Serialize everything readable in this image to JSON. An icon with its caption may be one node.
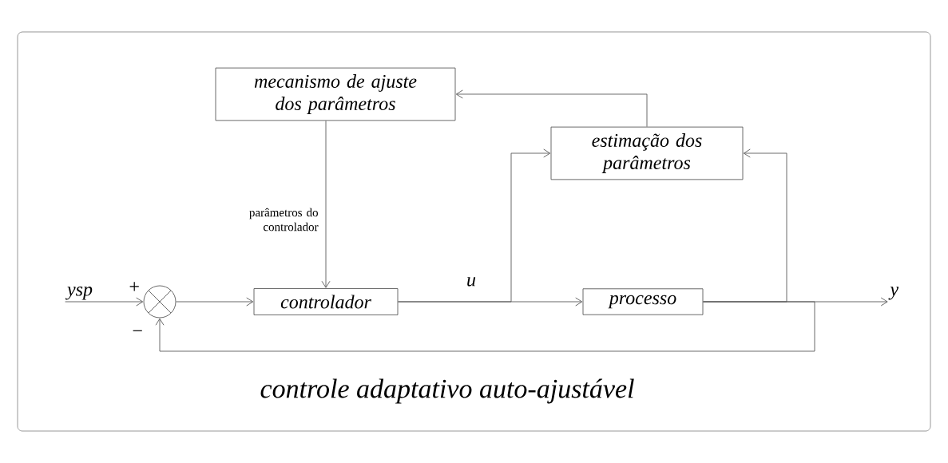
{
  "diagram": {
    "caption": "controle adaptativo auto-ajustável",
    "nodes": [
      {
        "text": [
          "mecanismo de ajuste dos parâmetros"
        ]
      },
      {
        "text": [
          "estimação dos parâmetros"
        ]
      },
      {
        "text": [
          "ysp"
        ]
      },
      {
        "text": [],
        "shape": "circle"
      },
      {
        "text": [
          "controlador"
        ]
      },
      {
        "text": [
          "processo"
        ]
      },
      {
        "text": [
          "y"
        ]
      }
    ],
    "edges": [
      {
        "from": 0,
        "to": 4,
        "arrow": "to",
        "label": "parâmetros do controlador"
      },
      {
        "from": 1,
        "to": 0,
        "arrow": "to"
      },
      {
        "from": 2,
        "to": 3,
        "arrow": "to"
      },
      {
        "from": 3,
        "to": 4,
        "arrow": "to"
      },
      {
        "from": 4,
        "to": 5,
        "arrow": "to",
        "label": "u"
      },
      {
        "from": 4,
        "to": 1,
        "arrow": "to"
      },
      {
        "from": 5,
        "to": 6,
        "arrow": "to"
      },
      {
        "from": 5,
        "to": 1,
        "arrow": "to"
      },
      {
        "from": 5,
        "to": 3,
        "arrow": "to"
      }
    ],
    "labels": [
      "+",
      "−"
    ]
  }
}
